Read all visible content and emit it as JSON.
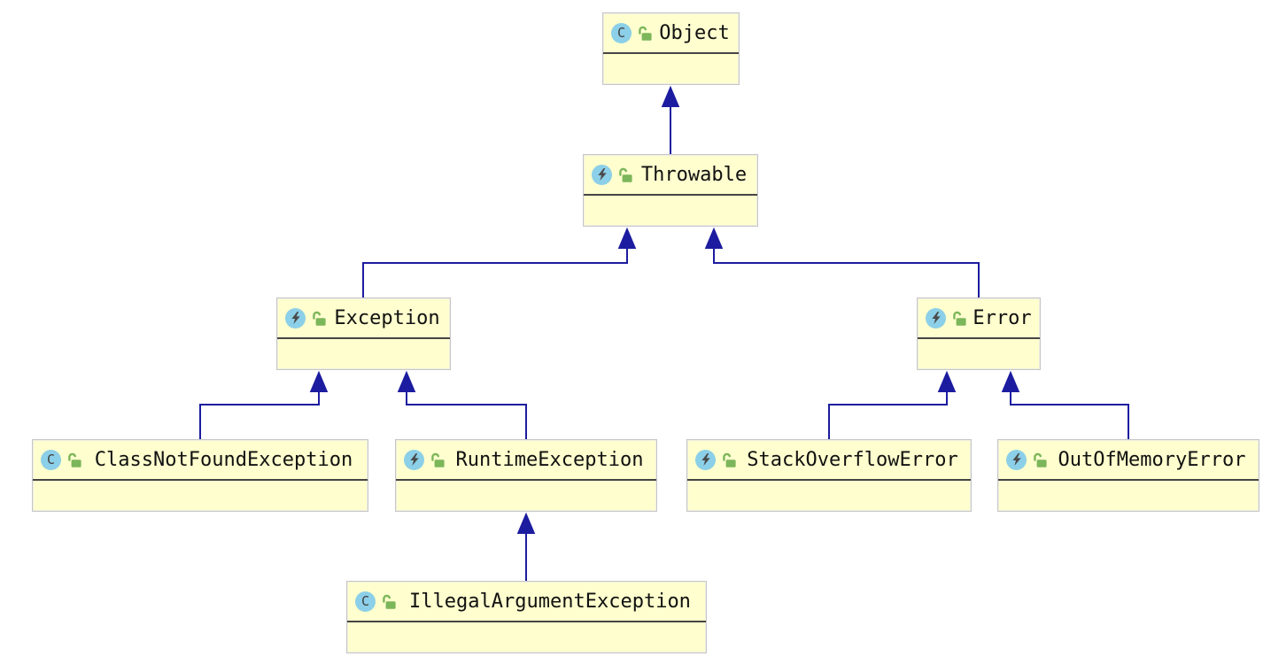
{
  "diagram_type": "uml-class-inheritance-diagram",
  "icon_letters": {
    "class": "C"
  },
  "colors": {
    "node_fill": "#FEFECE",
    "node_border": "#C6C6C6",
    "title_divider": "#454545",
    "arrow": "#1C1CA0",
    "icon_circle_blue": "#8CCFE8",
    "icon_glyph_gray": "#4A4A4A",
    "lock_green": "#7CB65A",
    "label_text": "#111111"
  },
  "nodes": [
    {
      "id": "object",
      "label": "Object",
      "kind": "class",
      "icon": "class-c-icon",
      "lock": "unlocked"
    },
    {
      "id": "throwable",
      "label": "Throwable",
      "kind": "exception",
      "icon": "lightning-icon",
      "lock": "unlocked"
    },
    {
      "id": "exception",
      "label": "Exception",
      "kind": "exception",
      "icon": "lightning-icon",
      "lock": "unlocked"
    },
    {
      "id": "error",
      "label": "Error",
      "kind": "exception",
      "icon": "lightning-icon",
      "lock": "unlocked"
    },
    {
      "id": "classnotfoundexception",
      "label": "ClassNotFoundException",
      "kind": "class",
      "icon": "class-c-icon",
      "lock": "unlocked"
    },
    {
      "id": "runtimeexception",
      "label": "RuntimeException",
      "kind": "exception",
      "icon": "lightning-icon",
      "lock": "unlocked"
    },
    {
      "id": "stackoverflowerror",
      "label": "StackOverflowError",
      "kind": "exception",
      "icon": "lightning-icon",
      "lock": "unlocked"
    },
    {
      "id": "outofmemoryerror",
      "label": "OutOfMemoryError",
      "kind": "exception",
      "icon": "lightning-icon",
      "lock": "unlocked"
    },
    {
      "id": "illegalargumentexception",
      "label": "IllegalArgumentException",
      "kind": "class",
      "icon": "class-c-icon",
      "lock": "unlocked"
    }
  ],
  "edges": [
    {
      "from": "Throwable",
      "to": "Object",
      "type": "inheritance"
    },
    {
      "from": "Exception",
      "to": "Throwable",
      "type": "inheritance"
    },
    {
      "from": "Error",
      "to": "Throwable",
      "type": "inheritance"
    },
    {
      "from": "ClassNotFoundException",
      "to": "Exception",
      "type": "inheritance"
    },
    {
      "from": "RuntimeException",
      "to": "Exception",
      "type": "inheritance"
    },
    {
      "from": "StackOverflowError",
      "to": "Error",
      "type": "inheritance"
    },
    {
      "from": "OutOfMemoryError",
      "to": "Error",
      "type": "inheritance"
    },
    {
      "from": "IllegalArgumentException",
      "to": "RuntimeException",
      "type": "inheritance"
    }
  ]
}
